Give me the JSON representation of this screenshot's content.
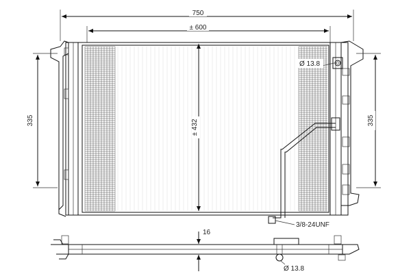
{
  "dimensions": {
    "overall_width": "750",
    "core_width": "± 600",
    "core_height": "± 432",
    "left_mount_height": "335",
    "right_mount_height": "335",
    "depth": "16"
  },
  "callouts": {
    "inlet_diameter": "Ø 13.8",
    "fitting_thread": "3/8-24UNF",
    "outlet_diameter": "Ø 13.8"
  }
}
